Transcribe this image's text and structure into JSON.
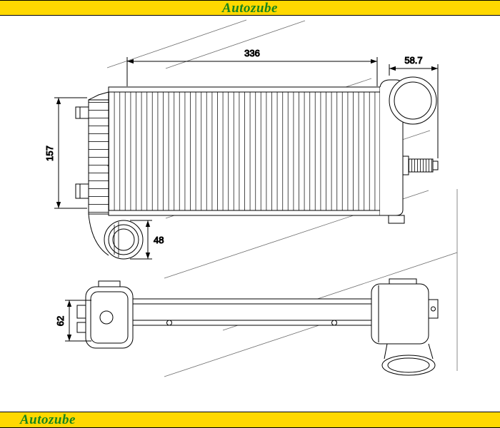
{
  "brand": {
    "name": "Autozube"
  },
  "colors": {
    "bar_background": "#ffd800",
    "brand_text_green": "#17861c",
    "line_color": "#000000"
  },
  "diagram": {
    "title": "intercooler-technical-drawing",
    "dim_core_width": "336",
    "dim_right_tank_width": "58.7",
    "dim_core_height": "157",
    "dim_outlet_diameter": "48",
    "dim_side_depth": "62"
  }
}
